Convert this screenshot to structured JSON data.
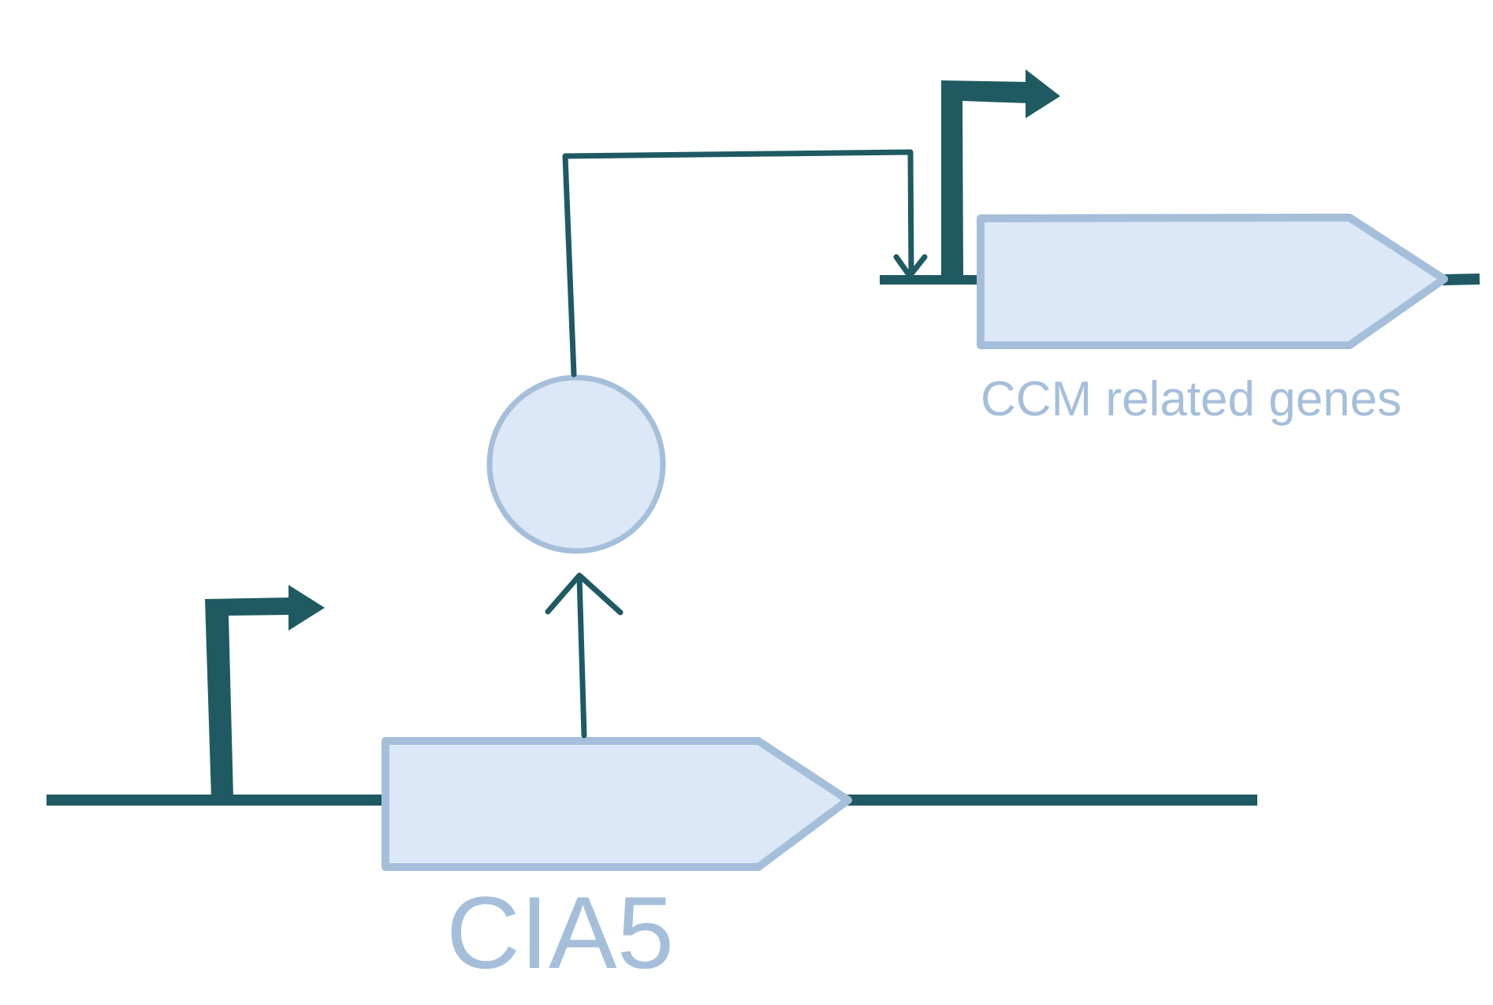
{
  "diagram": {
    "title": "",
    "genes": [
      {
        "id": "cia5",
        "label": "CIA5"
      },
      {
        "id": "ccm",
        "label": "CCM related genes"
      }
    ],
    "nodes": [
      {
        "id": "protein",
        "shape": "circle",
        "label": ""
      }
    ],
    "edges": [
      {
        "from": "cia5",
        "to": "protein",
        "type": "activation-arrow"
      },
      {
        "from": "protein",
        "to": "ccm-promoter",
        "type": "activation-arrow"
      }
    ],
    "colors": {
      "dna": "#1f5a63",
      "gene_fill": "#dce8f7",
      "gene_stroke": "#a5bfdb",
      "label": "#a5bfdb",
      "background": "#ffffff"
    }
  }
}
